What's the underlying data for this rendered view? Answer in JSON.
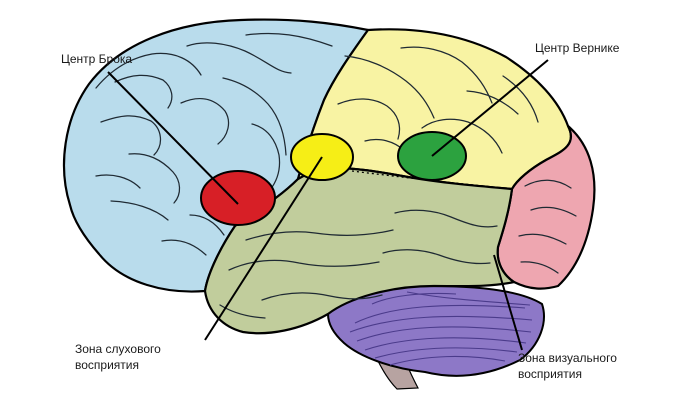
{
  "labels": {
    "broca": "Центр Брока",
    "wernicke": "Центр Вернике",
    "auditory_line1": "Зона слухового",
    "auditory_line2": "восприятия",
    "visual_line1": "Зона визуального",
    "visual_line2": "восприятия"
  },
  "colors": {
    "frontal_lobe": "#b9dcec",
    "parietal_lobe": "#f8f3a3",
    "temporal_lobe": "#c1cd9c",
    "occipital_lobe": "#eea6b0",
    "cerebellum": "#8d78c7",
    "brainstem": "#b7a3a1",
    "broca_area": "#d71f26",
    "wernicke_area": "#2ca23f",
    "auditory_area": "#f6ee16",
    "outline": "#000000"
  }
}
